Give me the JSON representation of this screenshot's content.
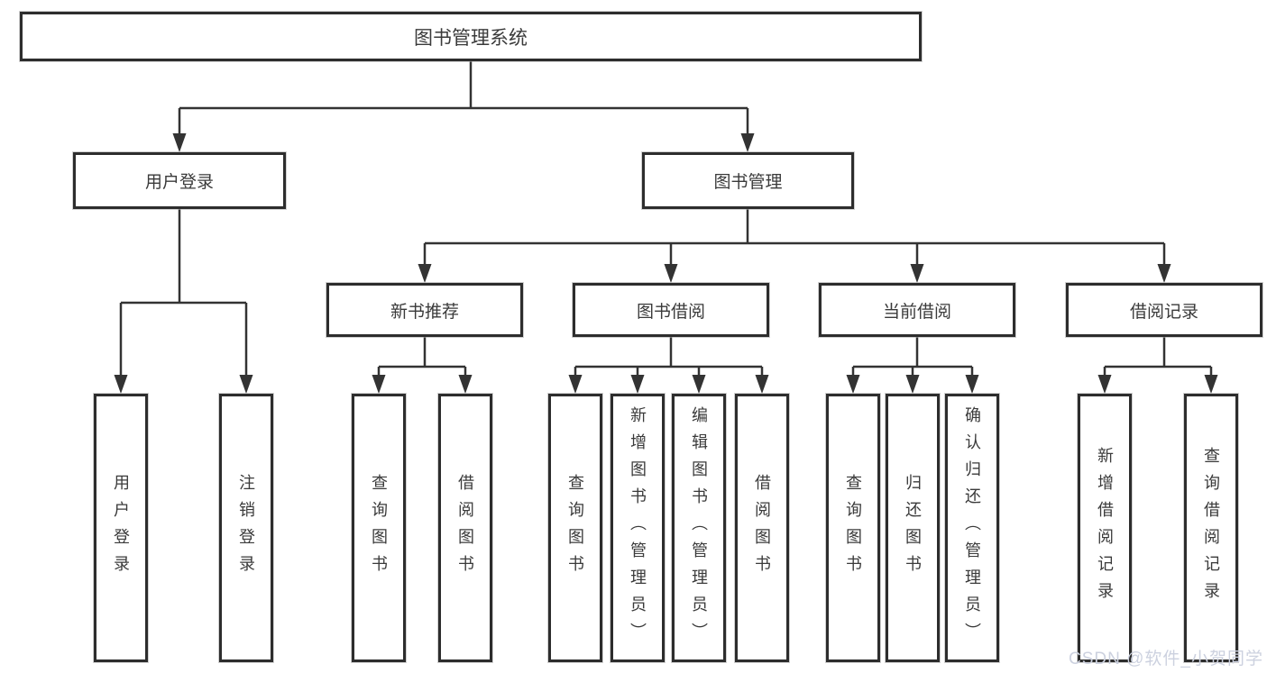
{
  "diagram": {
    "root": {
      "label": "图书管理系统"
    },
    "level2": [
      {
        "label": "用户登录"
      },
      {
        "label": "图书管理"
      }
    ],
    "level3": [
      {
        "label": "新书推荐"
      },
      {
        "label": "图书借阅"
      },
      {
        "label": "当前借阅"
      },
      {
        "label": "借阅记录"
      }
    ],
    "leaves": [
      {
        "label": "用户登录"
      },
      {
        "label": "注销登录"
      },
      {
        "label": "查询图书"
      },
      {
        "label": "借阅图书"
      },
      {
        "label": "查询图书"
      },
      {
        "label": "新增图书（管理员）"
      },
      {
        "label": "编辑图书（管理员）"
      },
      {
        "label": "借阅图书"
      },
      {
        "label": "查询图书"
      },
      {
        "label": "归还图书"
      },
      {
        "label": "确认归还（管理员）"
      },
      {
        "label": "新增借阅记录"
      },
      {
        "label": "查询借阅记录"
      }
    ],
    "watermark": "CSDN @软件_小贺同学",
    "colors": {
      "line": "#333333",
      "box_border": "#2d2d2d",
      "text": "#3a3a3a",
      "watermark": "#ccd1df",
      "background": "#ffffff"
    }
  }
}
